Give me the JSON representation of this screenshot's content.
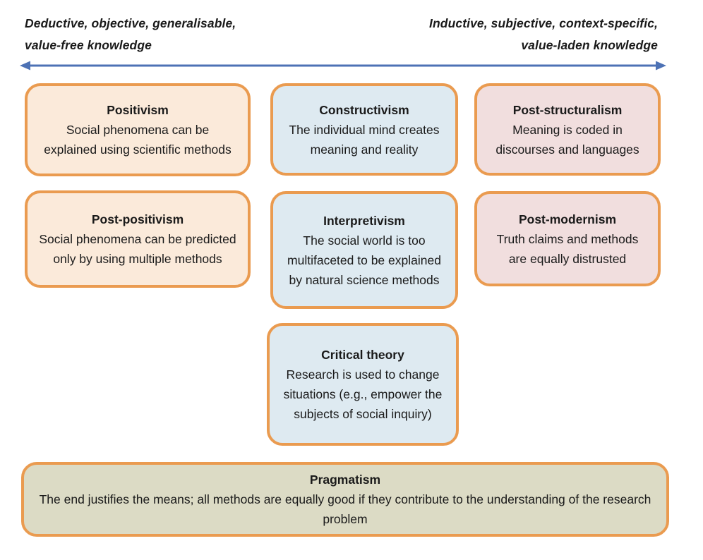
{
  "colors": {
    "arrow": "#4D72B5",
    "box_border": "#EA9B50",
    "peach_fill": "#FBEADA",
    "blue_fill": "#DEEAF1",
    "pink_fill": "#F1DEDE",
    "olive_fill": "#DCDBC5",
    "text": "#1A1A1A"
  },
  "axis": {
    "left_label": [
      "Deductive, objective, generalisable,",
      "value-free knowledge"
    ],
    "right_label": [
      "Inductive, subjective, context-specific,",
      "value-laden knowledge"
    ]
  },
  "boxes": [
    {
      "id": "positivism",
      "title": "Positivism",
      "body": "Social phenomena can be explained using scientific methods",
      "theme": "peach"
    },
    {
      "id": "constructivism",
      "title": "Constructivism",
      "body": "The individual mind creates meaning and reality",
      "theme": "blue"
    },
    {
      "id": "post-structuralism",
      "title": "Post-structuralism",
      "body": "Meaning is coded in discourses and languages",
      "theme": "pink"
    },
    {
      "id": "post-positivism",
      "title": "Post-positivism",
      "body": "Social phenomena can be predicted only by using multiple methods",
      "theme": "peach"
    },
    {
      "id": "interpretivism",
      "title": "Interpretivism",
      "body": "The social world is too multifaceted to be explained by natural science methods",
      "theme": "blue"
    },
    {
      "id": "post-modernism",
      "title": "Post-modernism",
      "body": "Truth claims and methods are equally distrusted",
      "theme": "pink"
    },
    {
      "id": "critical-theory",
      "title": "Critical theory",
      "body": "Research is used to change situations (e.g., empower the subjects of social inquiry)",
      "theme": "blue"
    },
    {
      "id": "pragmatism",
      "title": "Pragmatism",
      "body": "The end justifies the means; all methods are equally good if they contribute to the understanding of the research problem",
      "theme": "olive"
    }
  ]
}
